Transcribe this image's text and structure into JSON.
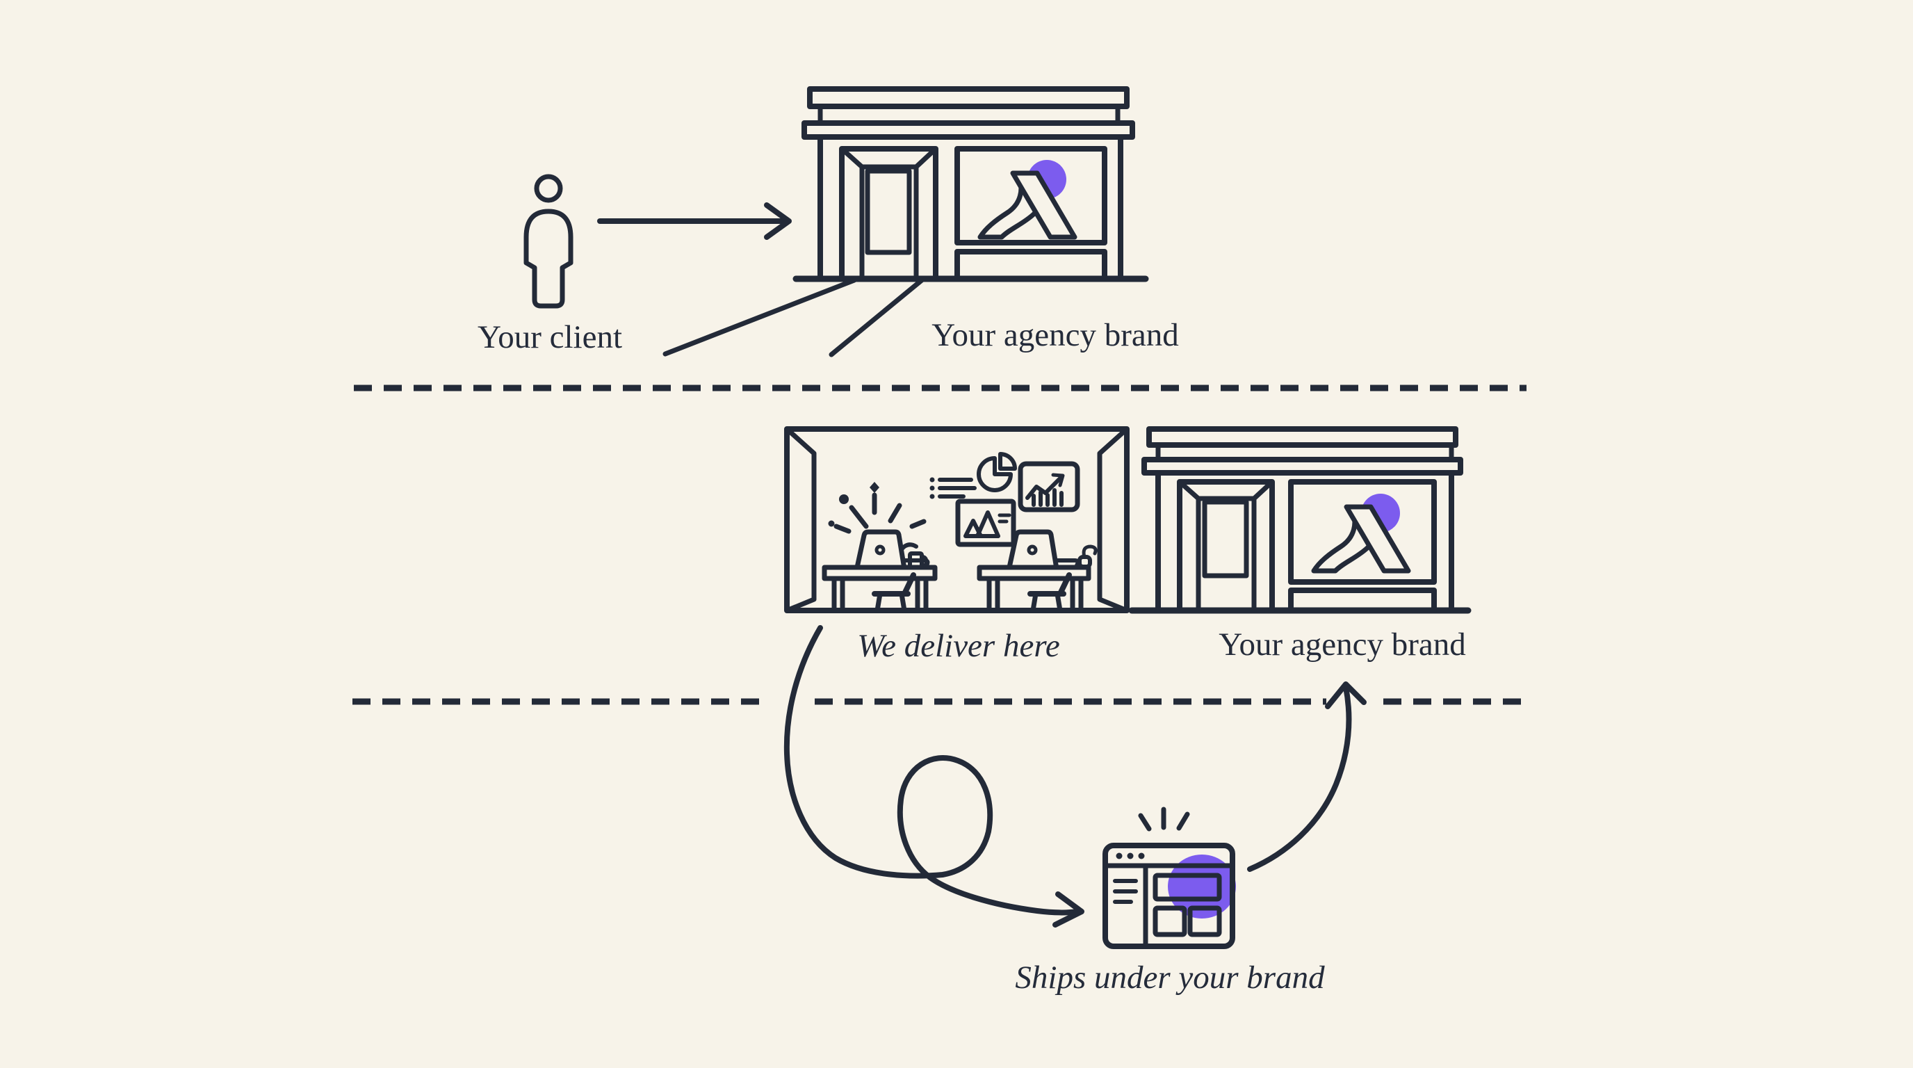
{
  "colors": {
    "background": "#f7f3e9",
    "line": "#232a38",
    "accent": "#7c5cee",
    "text": "#242b3a"
  },
  "labels": {
    "client": "Your client",
    "agency_brand_top": "Your agency brand",
    "we_deliver": "We deliver here",
    "agency_brand_mid": "Your agency brand",
    "ships_under_brand": "Ships under your brand"
  },
  "icon_names": [
    "client-person-icon",
    "arrow-right-icon",
    "storefront-icon",
    "agency-logo-icon",
    "walkway-lines-icon",
    "dashed-divider",
    "workspace-room-icon",
    "sparkle-burst-icon",
    "laptop-icon",
    "coffee-mug-icon",
    "bullet-list-icon",
    "pie-chart-icon",
    "growth-chart-icon",
    "slide-chart-icon",
    "desk-icon",
    "chair-icon",
    "mouse-icon",
    "loop-arrow-icon",
    "browser-window-icon",
    "up-arrow-icon"
  ]
}
